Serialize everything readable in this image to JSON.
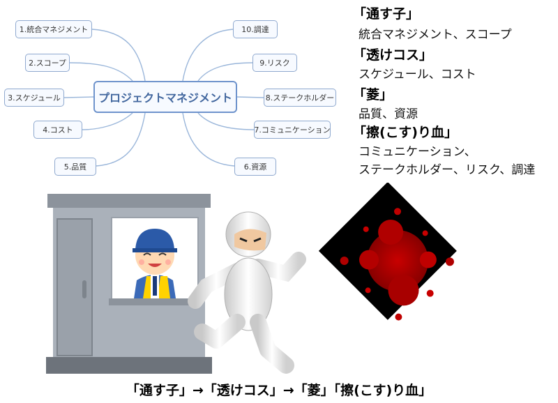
{
  "mindmap": {
    "center": "プロジェクトマネジメント",
    "left_nodes": [
      "1.統合マネジメント",
      "2.スコープ",
      "3.スケジュール",
      "4.コスト",
      "5.品質"
    ],
    "right_nodes": [
      "10.調達",
      "9.リスク",
      "8.ステークホルダー",
      "7.コミュニケーション",
      "6.資源"
    ]
  },
  "mnemonics": [
    {
      "head": "「通す子」",
      "lines": [
        "統合マネジメント、スコープ"
      ]
    },
    {
      "head": "「透けコス」",
      "lines": [
        "スケジュール、コスト"
      ]
    },
    {
      "head": "「菱」",
      "lines": [
        "品質、資源"
      ]
    },
    {
      "head": "「擦(こす)り血」",
      "lines": [
        "コミュニケーション、",
        "ステークホルダー、リスク、調達"
      ]
    }
  ],
  "caption": "「通す子」→「透けコス」→「菱」「擦(こす)り血」",
  "colors": {
    "node_border": "#8fa9cf",
    "center_text": "#41669e",
    "blood": "#c80000"
  }
}
